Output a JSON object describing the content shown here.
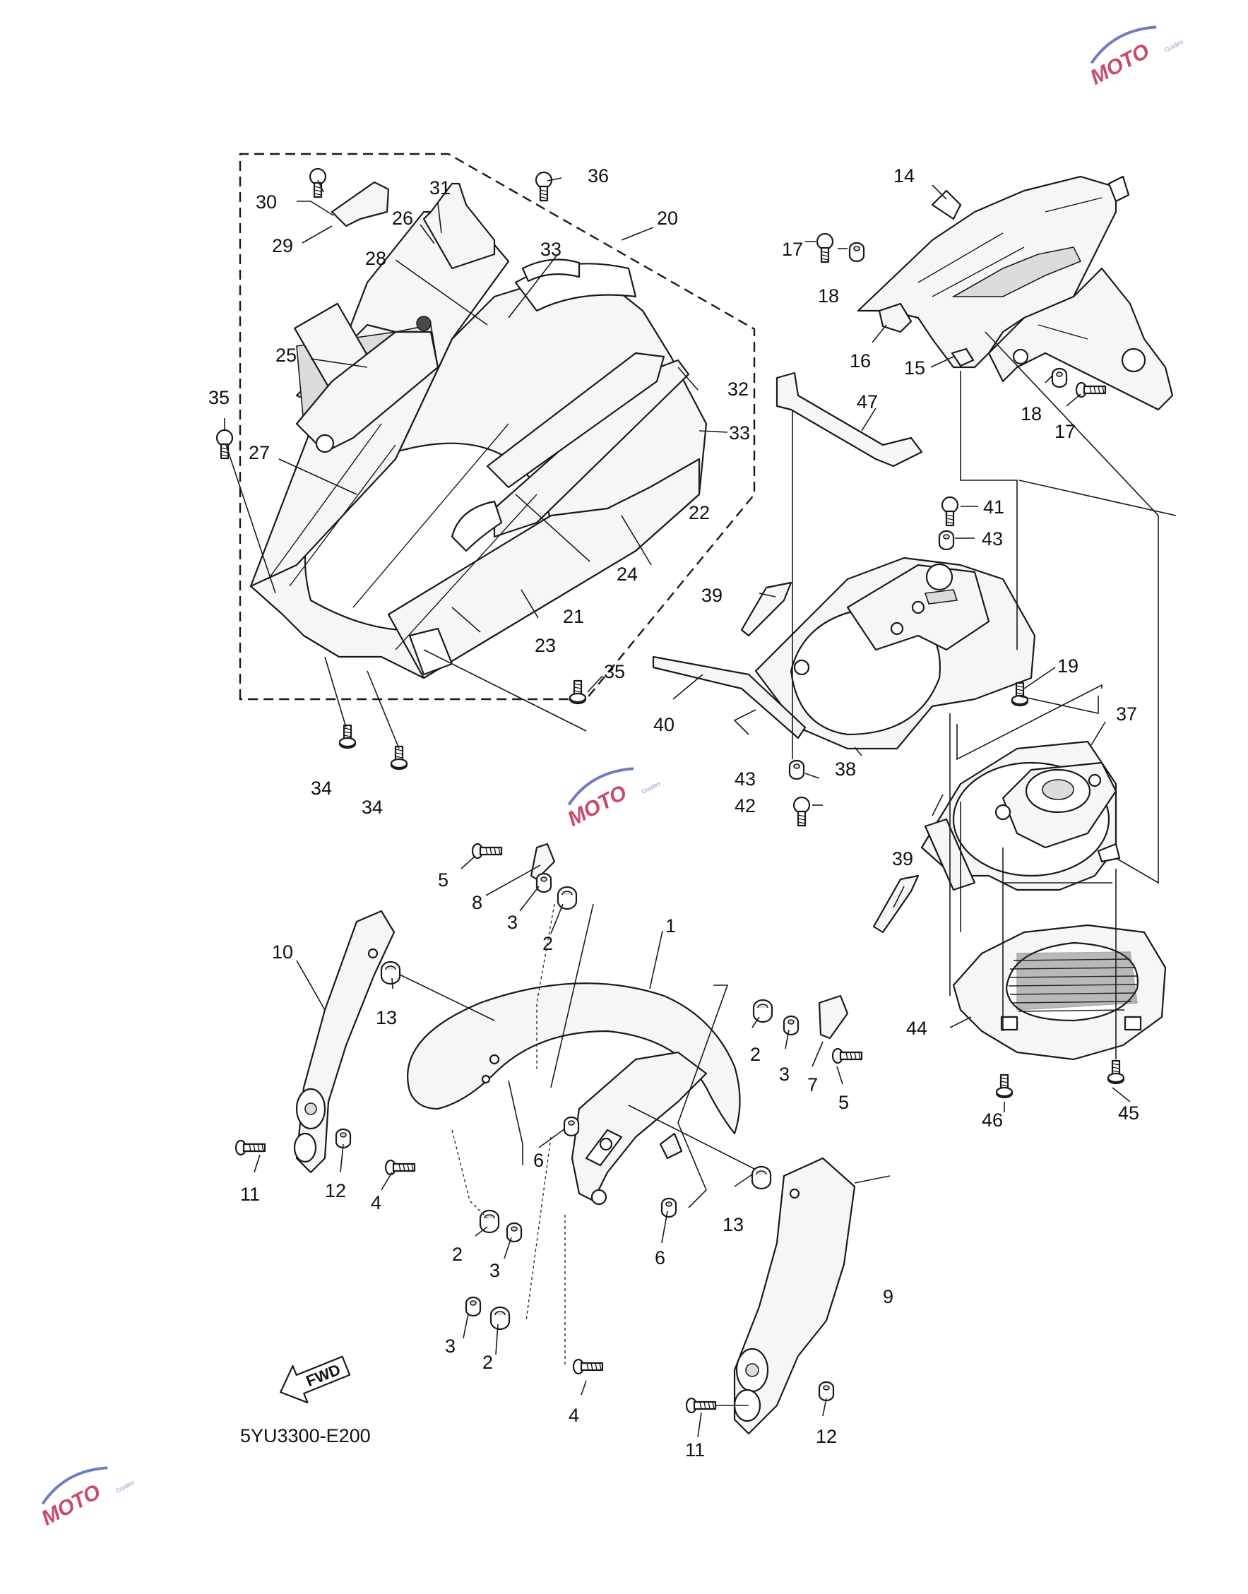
{
  "diagram_code": "5YU3300-E200",
  "fwd_label": "FWD",
  "watermark": {
    "text": "MOTO",
    "sub": "Guides",
    "color": "#c84b6a",
    "swoosh_color": "#6f7cc4"
  },
  "callouts": [
    {
      "id": "c1",
      "num": "1"
    },
    {
      "id": "c2a",
      "num": "2"
    },
    {
      "id": "c2b",
      "num": "2"
    },
    {
      "id": "c2c",
      "num": "2"
    },
    {
      "id": "c2d",
      "num": "2"
    },
    {
      "id": "c3a",
      "num": "3"
    },
    {
      "id": "c3b",
      "num": "3"
    },
    {
      "id": "c3c",
      "num": "3"
    },
    {
      "id": "c3d",
      "num": "3"
    },
    {
      "id": "c4a",
      "num": "4"
    },
    {
      "id": "c4b",
      "num": "4"
    },
    {
      "id": "c5a",
      "num": "5"
    },
    {
      "id": "c5b",
      "num": "5"
    },
    {
      "id": "c6a",
      "num": "6"
    },
    {
      "id": "c6b",
      "num": "6"
    },
    {
      "id": "c7",
      "num": "7"
    },
    {
      "id": "c8",
      "num": "8"
    },
    {
      "id": "c9",
      "num": "9"
    },
    {
      "id": "c10",
      "num": "10"
    },
    {
      "id": "c11a",
      "num": "11"
    },
    {
      "id": "c11b",
      "num": "11"
    },
    {
      "id": "c12a",
      "num": "12"
    },
    {
      "id": "c12b",
      "num": "12"
    },
    {
      "id": "c13a",
      "num": "13"
    },
    {
      "id": "c13b",
      "num": "13"
    },
    {
      "id": "c14",
      "num": "14"
    },
    {
      "id": "c15",
      "num": "15"
    },
    {
      "id": "c16",
      "num": "16"
    },
    {
      "id": "c17a",
      "num": "17"
    },
    {
      "id": "c17b",
      "num": "17"
    },
    {
      "id": "c18a",
      "num": "18"
    },
    {
      "id": "c18b",
      "num": "18"
    },
    {
      "id": "c19",
      "num": "19"
    },
    {
      "id": "c20",
      "num": "20"
    },
    {
      "id": "c21",
      "num": "21"
    },
    {
      "id": "c22",
      "num": "22"
    },
    {
      "id": "c23",
      "num": "23"
    },
    {
      "id": "c24",
      "num": "24"
    },
    {
      "id": "c25",
      "num": "25"
    },
    {
      "id": "c26",
      "num": "26"
    },
    {
      "id": "c27",
      "num": "27"
    },
    {
      "id": "c28",
      "num": "28"
    },
    {
      "id": "c29",
      "num": "29"
    },
    {
      "id": "c30",
      "num": "30"
    },
    {
      "id": "c31",
      "num": "31"
    },
    {
      "id": "c32",
      "num": "32"
    },
    {
      "id": "c33a",
      "num": "33"
    },
    {
      "id": "c33b",
      "num": "33"
    },
    {
      "id": "c34a",
      "num": "34"
    },
    {
      "id": "c34b",
      "num": "34"
    },
    {
      "id": "c35a",
      "num": "35"
    },
    {
      "id": "c35b",
      "num": "35"
    },
    {
      "id": "c36",
      "num": "36"
    },
    {
      "id": "c37",
      "num": "37"
    },
    {
      "id": "c38",
      "num": "38"
    },
    {
      "id": "c39a",
      "num": "39"
    },
    {
      "id": "c39b",
      "num": "39"
    },
    {
      "id": "c40",
      "num": "40"
    },
    {
      "id": "c41",
      "num": "41"
    },
    {
      "id": "c42",
      "num": "42"
    },
    {
      "id": "c43a",
      "num": "43"
    },
    {
      "id": "c43b",
      "num": "43"
    },
    {
      "id": "c44",
      "num": "44"
    },
    {
      "id": "c45",
      "num": "45"
    },
    {
      "id": "c46",
      "num": "46"
    },
    {
      "id": "c47",
      "num": "47"
    }
  ]
}
